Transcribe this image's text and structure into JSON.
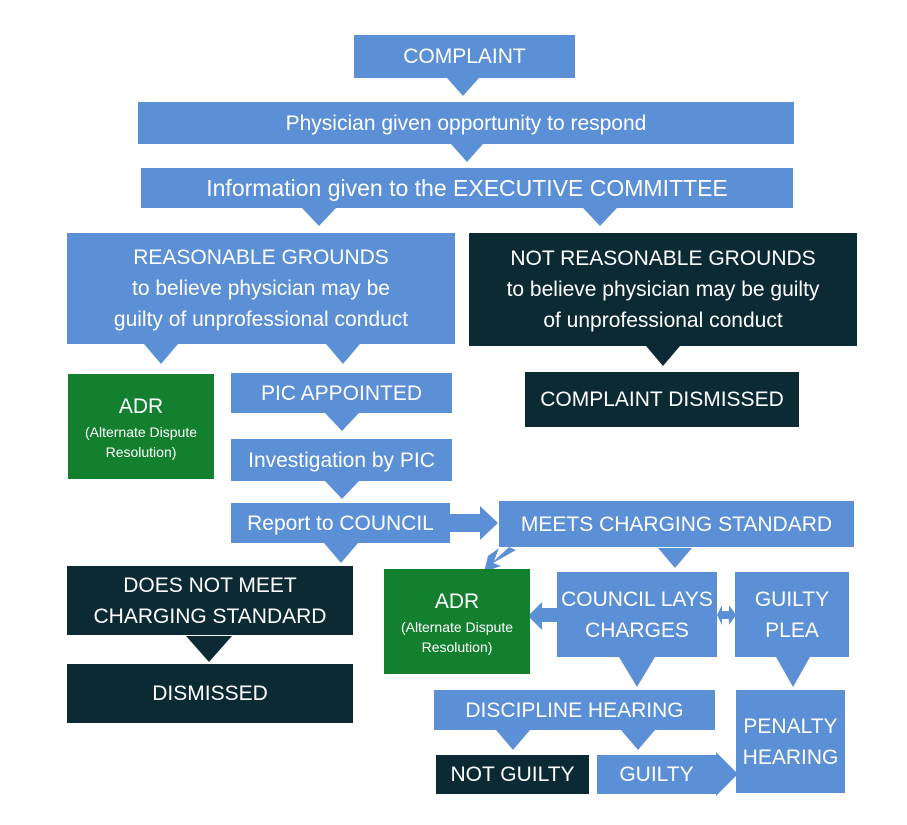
{
  "diagram": {
    "complaint": "COMPLAINT",
    "respond": "Physician given opportunity to respond",
    "info_exec": "Information given to the EXECUTIVE COMMITTEE",
    "reasonable": {
      "line1": "REASONABLE GROUNDS",
      "line2": "to believe physician may be",
      "line3": "guilty of unprofessional conduct"
    },
    "not_reasonable": {
      "line1": "NOT REASONABLE GROUNDS",
      "line2": "to believe physician may be guilty",
      "line3": "of unprofessional conduct"
    },
    "complaint_dismissed": "COMPLAINT DISMISSED",
    "adr_left": {
      "title": "ADR",
      "sub1": "(Alternate Dispute",
      "sub2": "Resolution)"
    },
    "pic_appointed": "PIC APPOINTED",
    "investigation": "Investigation by PIC",
    "report": "Report to COUNCIL",
    "meets": "MEETS CHARGING STANDARD",
    "not_meet": {
      "line1": "DOES NOT MEET",
      "line2": "CHARGING STANDARD"
    },
    "dismissed": "DISMISSED",
    "adr_right": {
      "title": "ADR",
      "sub1": "(Alternate Dispute",
      "sub2": "Resolution)"
    },
    "council_lays": {
      "line1": "COUNCIL LAYS",
      "line2": "CHARGES"
    },
    "guilty_plea": {
      "line1": "GUILTY",
      "line2": "PLEA"
    },
    "discipline_hearing": "DISCIPLINE HEARING",
    "penalty_hearing": {
      "line1": "PENALTY",
      "line2": "HEARING"
    },
    "not_guilty": "NOT GUILTY",
    "guilty": "GUILTY"
  },
  "colors": {
    "blue": "#5b8fd6",
    "navy": "#0b2a33",
    "green": "#12802f"
  }
}
